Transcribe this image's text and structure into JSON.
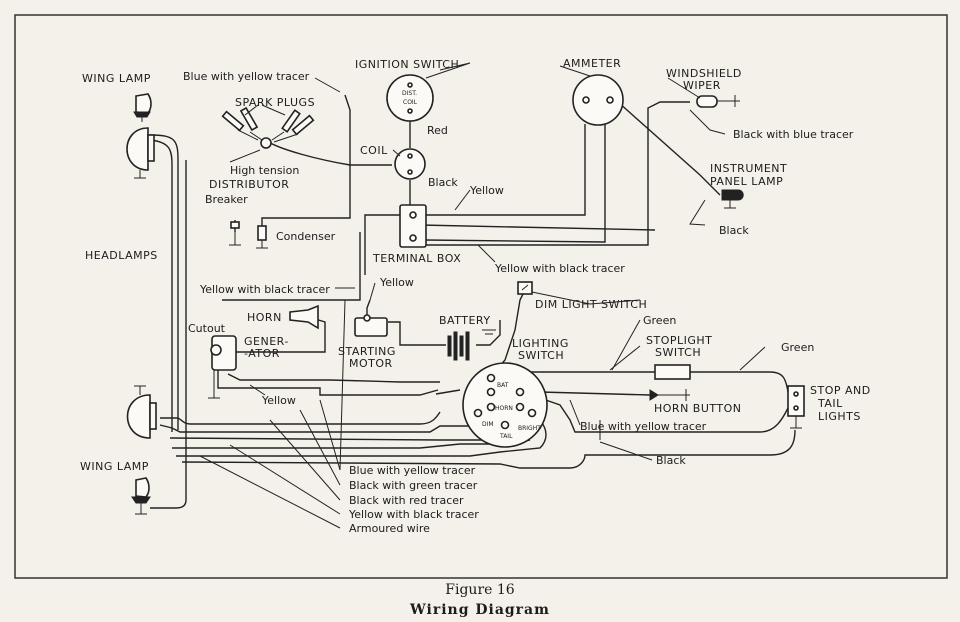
{
  "diagram": {
    "components": {
      "wing_lamp_top": "WING LAMP",
      "wing_lamp_bottom": "WING LAMP",
      "headlamps": "HEADLAMPS",
      "spark_plugs": "SPARK PLUGS",
      "high_tension": "High tension",
      "distributor": "DISTRIBUTOR",
      "breaker": "Breaker",
      "condenser": "Condenser",
      "ignition_switch": "IGNITION SWITCH",
      "ign_dist": "DIST.",
      "ign_coil": "COIL",
      "coil": "COIL",
      "terminal_box": "TERMINAL BOX",
      "ammeter": "AMMETER",
      "windshield_wiper_1": "WINDSHIELD",
      "windshield_wiper_2": "WIPER",
      "instrument_panel_lamp_1": "INSTRUMENT",
      "instrument_panel_lamp_2": "PANEL LAMP",
      "dim_light_switch": "DIM LIGHT SWITCH",
      "horn": "HORN",
      "cutout": "Cutout",
      "generator_1": "GENER-",
      "generator_2": "-ATOR",
      "starting_motor_1": "STARTING",
      "starting_motor_2": "MOTOR",
      "battery": "BATTERY",
      "lighting_switch_1": "LIGHTING",
      "lighting_switch_2": "SWITCH",
      "ls_bat": "BAT",
      "ls_horn": "HORN",
      "ls_dim": "DIM",
      "ls_tail": "TAIL",
      "ls_bright": "BRIGHT",
      "stoplight_switch_1": "STOPLIGHT",
      "stoplight_switch_2": "SWITCH",
      "horn_button": "HORN BUTTON",
      "stop_tail_1": "STOP AND",
      "stop_tail_2": "TAIL",
      "stop_tail_3": "LIGHTS"
    },
    "wire_labels": {
      "blue_yellow_top": "Blue with yellow tracer",
      "red": "Red",
      "black_coil": "Black",
      "yellow_tb": "Yellow",
      "yellow_black_tb": "Yellow with black tracer",
      "black_blue": "Black with  blue tracer",
      "black_panel": "Black",
      "yellow_black_left": "Yellow with black tracer",
      "yellow_starter": "Yellow",
      "yellow_gen": "Yellow",
      "green_top": "Green",
      "green_right": "Green",
      "blue_yellow_right": "Blue with yellow tracer",
      "black_bottom": "Black"
    },
    "legend": [
      "Blue with yellow tracer",
      "Black with green tracer",
      "Black with red tracer",
      "Yellow with black tracer",
      "Armoured wire"
    ],
    "caption": {
      "figure": "Figure 16",
      "title": "Wiring Diagram"
    }
  }
}
